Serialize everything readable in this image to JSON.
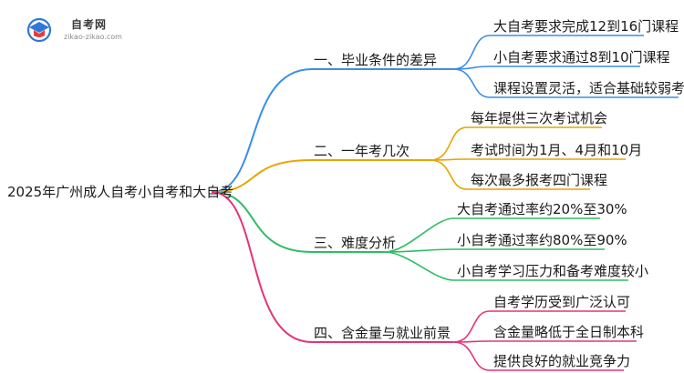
{
  "logo": {
    "title": "自考网",
    "url": "zikao-zikao.com",
    "colors": {
      "blue": "#2e78d8",
      "red": "#e63b3b",
      "ink": "#3a3a3a"
    }
  },
  "mindmap": {
    "root": "2025年广州成人自考小自考和大自考",
    "branches": [
      {
        "label": "一、毕业条件的差异",
        "color": "#3a8ee6",
        "leaves": [
          "大自考要求完成12到16门课程",
          "小自考要求通过8到10门课程",
          "课程设置灵活，适合基础较弱考生"
        ]
      },
      {
        "label": "二、一年考几次",
        "color": "#e8a400",
        "leaves": [
          "每年提供三次考试机会",
          "考试时间为1月、4月和10月",
          "每次最多报考四门课程"
        ]
      },
      {
        "label": "三、难度分析",
        "color": "#2ebd63",
        "leaves": [
          "大自考通过率约20%至30%",
          "小自考通过率约80%至90%",
          "小自考学习压力和备考难度较小"
        ]
      },
      {
        "label": "四、含金量与就业前景",
        "color": "#e6337a",
        "leaves": [
          "自考学历受到广泛认可",
          "含金量略低于全日制本科",
          "提供良好的就业竞争力"
        ]
      }
    ]
  }
}
